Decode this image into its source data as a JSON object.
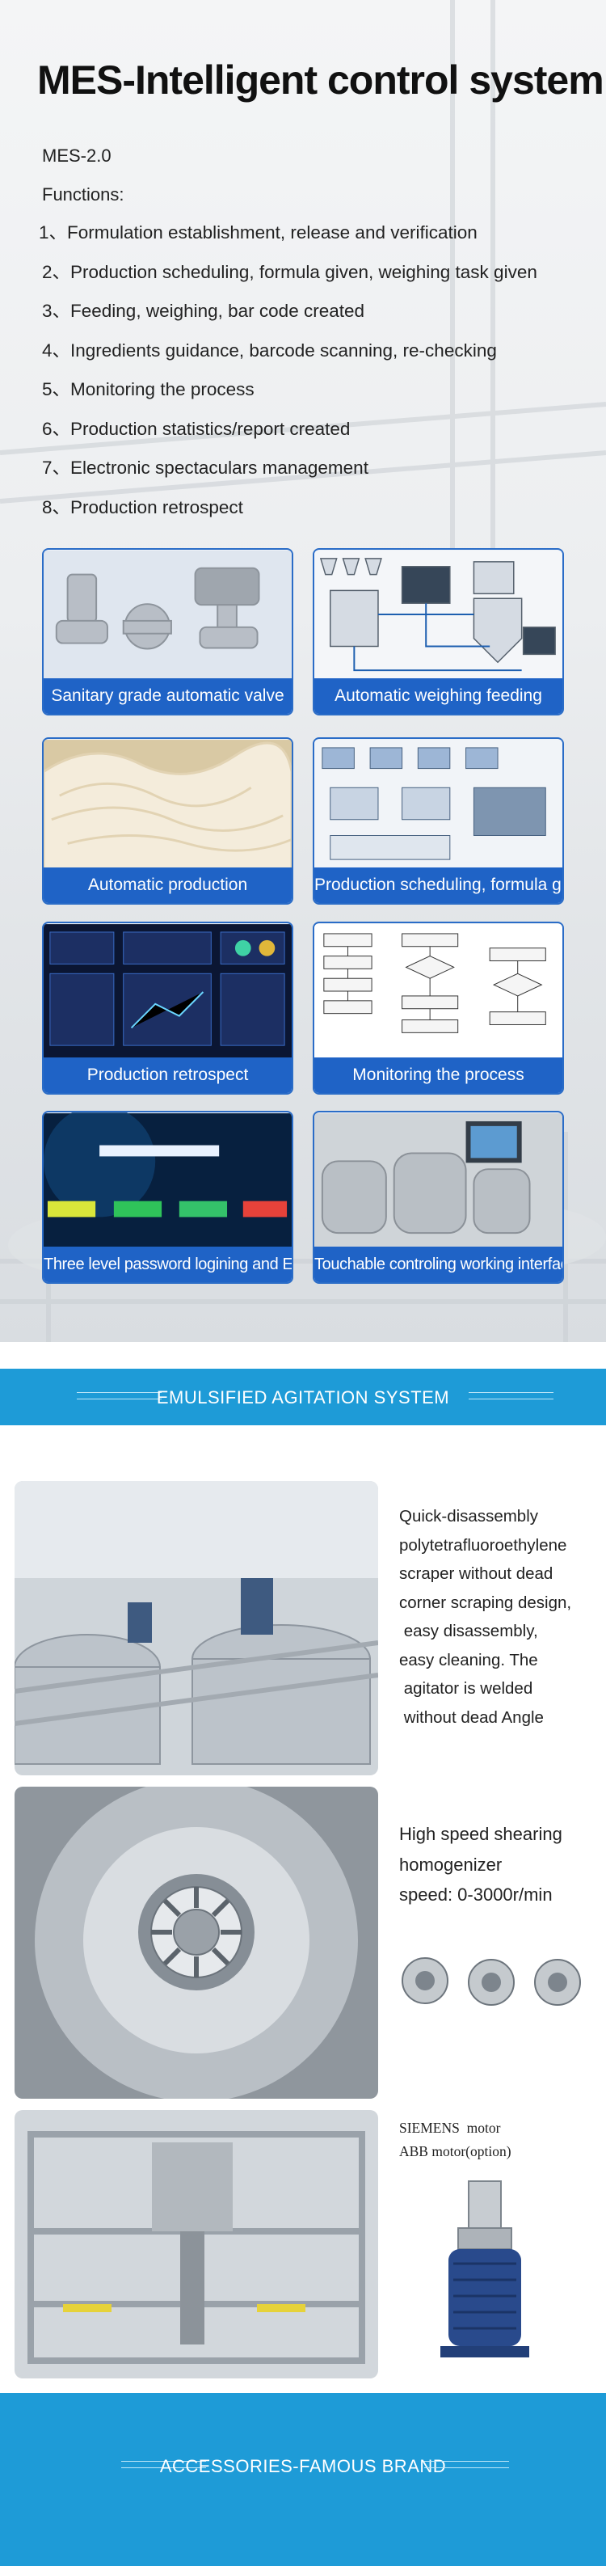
{
  "mes": {
    "title": "MES-Intelligent control system",
    "version": "MES-2.0",
    "functions_label": "Functions:",
    "functions": [
      "1、Formulation establishment, release and verification",
      "2、Production scheduling, formula given, weighing task given",
      "3、Feeding, weighing, bar code created",
      "4、Ingredients guidance, barcode scanning, re-checking",
      "5、Monitoring the process",
      "6、Production statistics/report created",
      "7、Electronic spectaculars management",
      "8、Production retrospect"
    ],
    "cards": [
      {
        "caption": "Sanitary grade automatic valve"
      },
      {
        "caption": "Automatic weighing feeding"
      },
      {
        "caption": "Automatic production"
      },
      {
        "caption": "Production scheduling, formula given"
      },
      {
        "caption": "Production retrospect"
      },
      {
        "caption": "Monitoring the process"
      },
      {
        "caption": "Three level password logining and Editing"
      },
      {
        "caption": "Touchable controling working interface"
      }
    ]
  },
  "agitation": {
    "title": "EMULSIFIED AGITATION SYSTEM",
    "feature1": [
      "Quick-disassembly",
      "polytetrafluoroethylene",
      "scraper without dead",
      "corner scraping design,",
      " easy disassembly,",
      "easy cleaning. The",
      " agitator is welded",
      " without dead Angle"
    ],
    "feature2": [
      "High speed shearing",
      "homogenizer",
      "speed: 0-3000r/min"
    ],
    "feature3": [
      "SIEMENS  motor",
      "ABB motor(option)"
    ]
  },
  "accessories": {
    "title": "ACCESSORIES-FAMOUS BRAND"
  },
  "colors": {
    "accent_blue": "#1e9bd7",
    "caption_blue": "#1f63c6"
  }
}
